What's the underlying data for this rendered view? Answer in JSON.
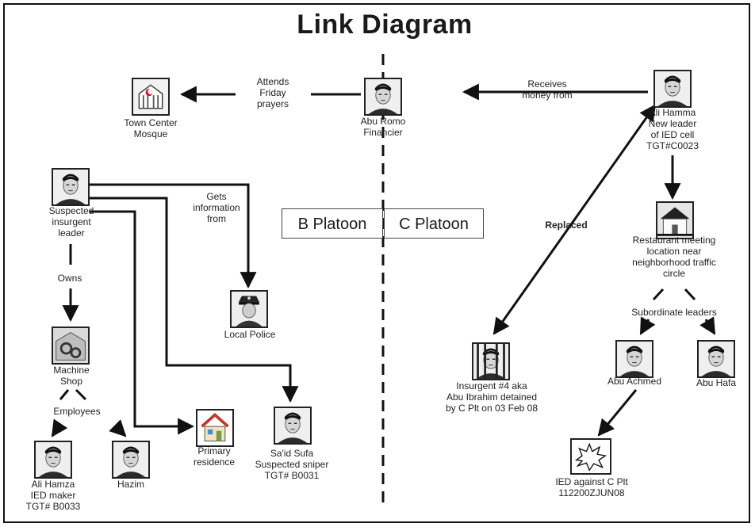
{
  "title": "Link Diagram",
  "platoons": {
    "left": "B Platoon",
    "right": "C Platoon"
  },
  "nodes": {
    "mosque": [
      "Town Center",
      "Mosque"
    ],
    "abu_romo": [
      "Abu Romo",
      "Financier"
    ],
    "ali_hamma": [
      "Ali Hamma",
      "New leader",
      "of IED cell",
      "TGT#C0023"
    ],
    "suspected_leader": [
      "Suspected",
      "insurgent",
      "leader"
    ],
    "local_police": [
      "Local Police"
    ],
    "machine_shop": [
      "Machine",
      "Shop"
    ],
    "ali_hamza": [
      "Ali Hamza",
      "IED maker",
      "TGT# B0033"
    ],
    "hazim": [
      "Hazim"
    ],
    "primary_residence": [
      "Primary",
      "residence"
    ],
    "said_sufa": [
      "Sa'id Sufa",
      "Suspected sniper",
      "TGT# B0031"
    ],
    "restaurant": [
      "Restaurant meeting",
      "location near",
      "neighborhood traffic",
      "circle"
    ],
    "insurgent4": [
      "Insurgent #4 aka",
      "Abu Ibrahim detained",
      "by C Plt on 03 Feb 08"
    ],
    "abu_achmed": [
      "Abu Achmed"
    ],
    "abu_hafa": [
      "Abu Hafa"
    ],
    "ied": [
      "IED against C Plt",
      "112200ZJUN08"
    ]
  },
  "links": {
    "attends": [
      "Attends",
      "Friday",
      "prayers"
    ],
    "receives": [
      "Receives",
      "money from"
    ],
    "gets_info": [
      "Gets",
      "information",
      "from"
    ],
    "owns": [
      "Owns"
    ],
    "employees": [
      "Employees"
    ],
    "replaced": [
      "Replaced"
    ],
    "subordinates": [
      "Subordinate leaders"
    ]
  }
}
